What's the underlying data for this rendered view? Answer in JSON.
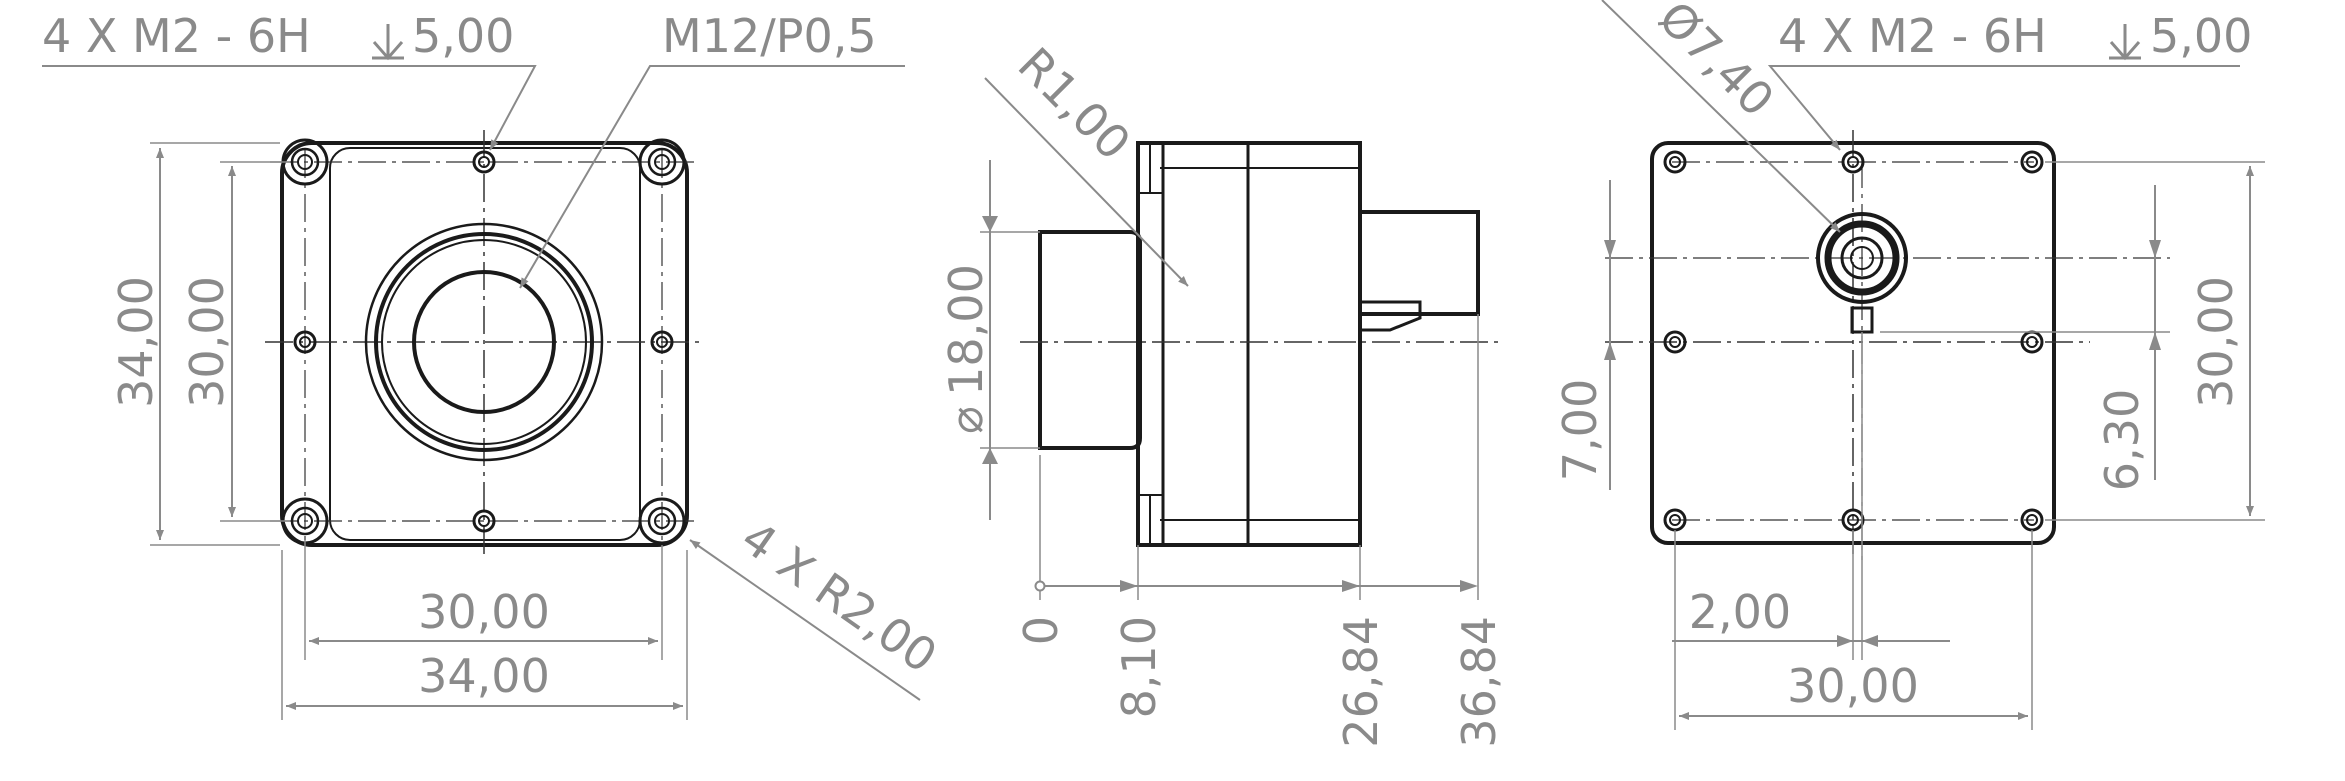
{
  "front_view": {
    "thread_callout": "4 X M2 - 6H",
    "thread_depth": "5,00",
    "lens_thread": "M12/P0,5",
    "height_outer": "34,00",
    "height_inner": "30,00",
    "width_inner": "30,00",
    "width_outer": "34,00",
    "corner_radius": "4 X R2,00"
  },
  "side_view": {
    "fillet_radius": "R1,00",
    "barrel_diameter": "18,00",
    "diameter_symbol": "⌀",
    "ordinate_0": "0",
    "ordinate_1": "8,10",
    "ordinate_2": "26,84",
    "ordinate_3": "36,84"
  },
  "rear_view": {
    "connector_diameter": "Ø7,40",
    "thread_callout": "4 X M2 - 6H",
    "thread_depth": "5,00",
    "height_inner": "30,00",
    "offset_vertical_7": "7,00",
    "offset_vertical_6": "6,30",
    "offset_horizontal": "2,00",
    "width_inner": "30,00"
  }
}
